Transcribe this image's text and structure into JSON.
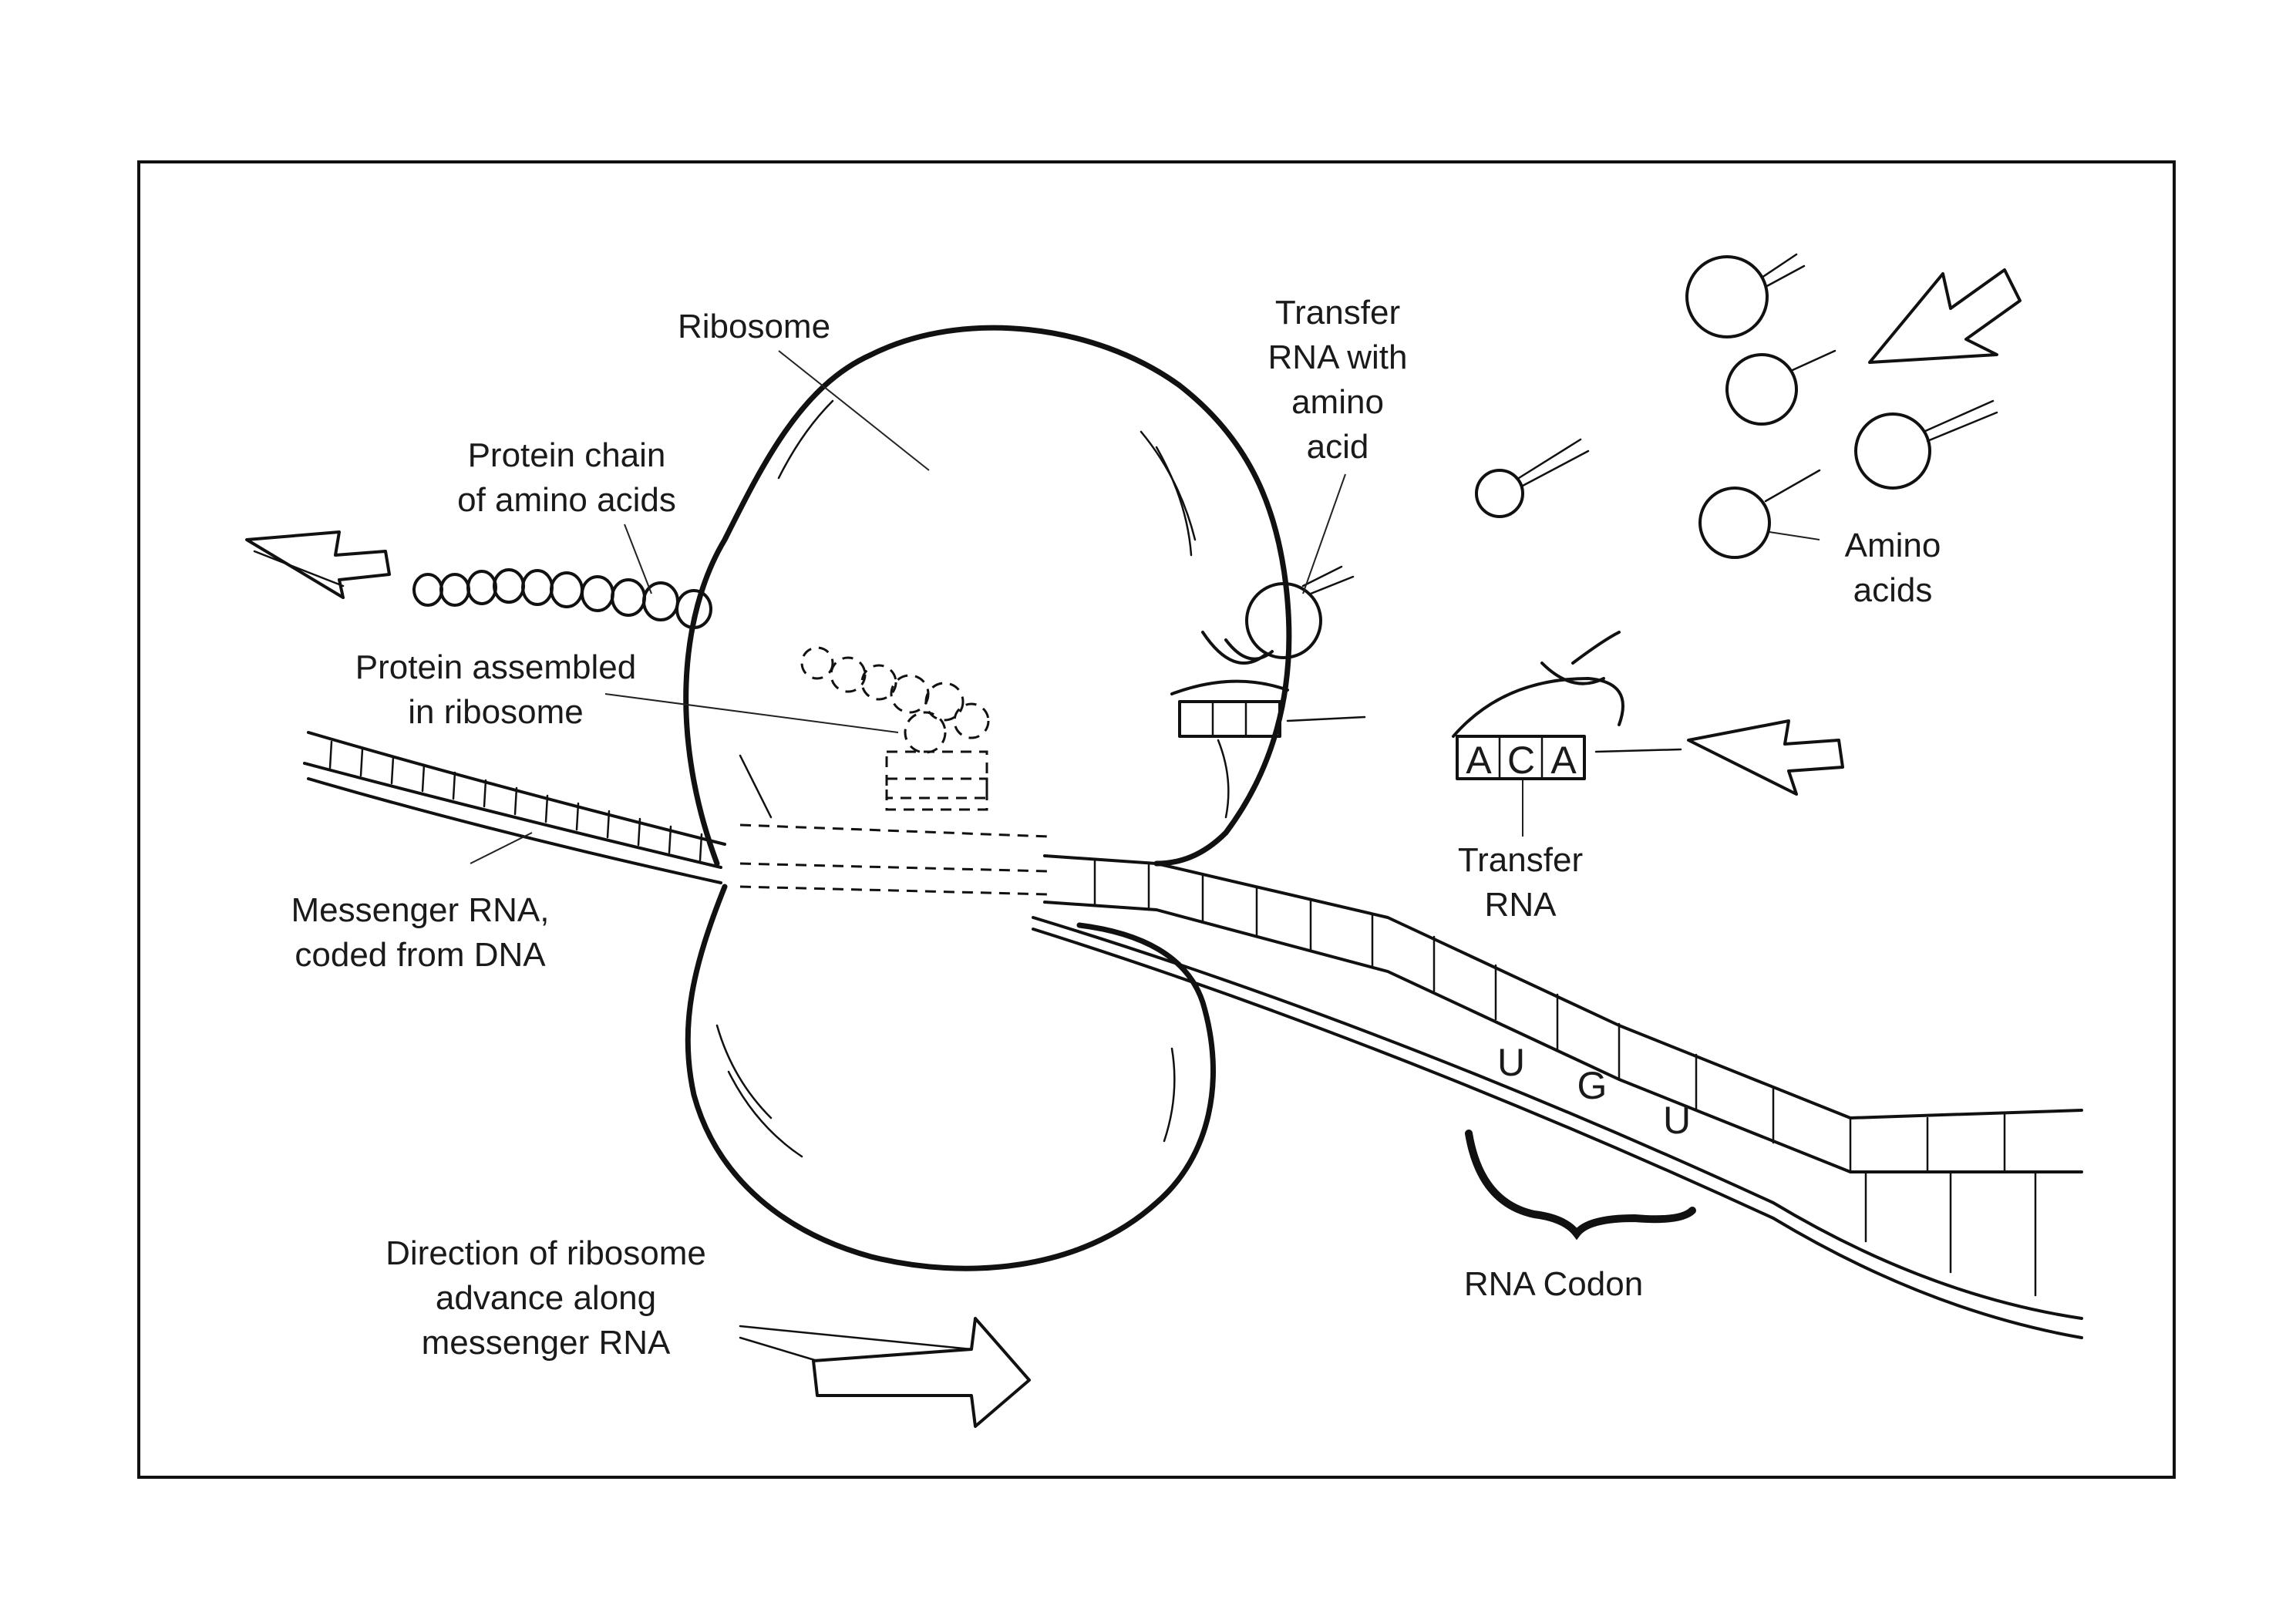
{
  "labels": {
    "ribosome": "Ribosome",
    "protein_chain_1": "Protein chain",
    "protein_chain_2": "of amino acids",
    "protein_assembled_1": "Protein assembled",
    "protein_assembled_2": "in ribosome",
    "messenger_rna_1": "Messenger RNA,",
    "messenger_rna_2": "coded from DNA",
    "transfer_rna_with_1": "Transfer",
    "transfer_rna_with_2": "RNA with",
    "transfer_rna_with_3": "amino",
    "transfer_rna_with_4": "acid",
    "amino_acids_1": "Amino",
    "amino_acids_2": "acids",
    "transfer_rna_1": "Transfer",
    "transfer_rna_2": "RNA",
    "rna_codon": "RNA Codon",
    "direction_1": "Direction of ribosome",
    "direction_2": "advance along",
    "direction_3": "messenger RNA"
  },
  "anticodon": [
    "A",
    "C",
    "A"
  ],
  "codon": [
    "U",
    "G",
    "U"
  ]
}
